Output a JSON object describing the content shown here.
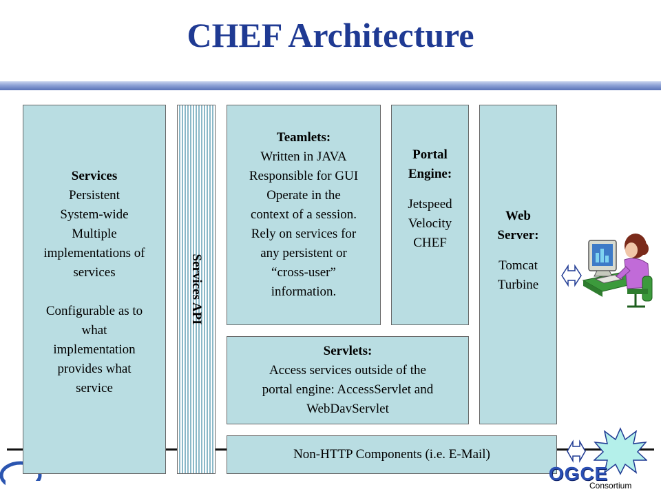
{
  "title": "CHEF Architecture",
  "services": {
    "heading": "Services",
    "lines": [
      "Persistent",
      "System-wide",
      "Multiple",
      "implementations of",
      "services"
    ],
    "lines2": [
      "Configurable as to",
      "what",
      "implementation",
      "provides what",
      "service"
    ]
  },
  "services_api": "Services API",
  "teamlets": {
    "heading": "Teamlets:",
    "lines": [
      "Written in JAVA",
      "Responsible for GUI",
      "Operate in the",
      "context of a session.",
      "Rely on services for",
      "any persistent or",
      "“cross-user”",
      "information."
    ]
  },
  "portal": {
    "heading_lines": [
      "Portal",
      "Engine:"
    ],
    "lines": [
      "Jetspeed",
      "Velocity",
      "CHEF"
    ]
  },
  "web_server": {
    "heading_lines": [
      "Web",
      "Server:"
    ],
    "lines": [
      "Tomcat",
      "Turbine"
    ]
  },
  "servlets": {
    "heading": "Servlets:",
    "lines": [
      "Access services outside of the",
      "portal engine: AccessServlet and",
      "WebDavServlet"
    ]
  },
  "non_http": "Non-HTTP Components (i.e. E-Mail)",
  "logos": {
    "ogce": "OGCE",
    "consortium": "Consortium"
  },
  "colors": {
    "title": "#1f3a93",
    "box_fill": "#b9dde2",
    "ogce": "#2b4fb3"
  },
  "icons": [
    "computer-user-icon",
    "starburst-icon",
    "double-arrow-icon",
    "nmi-logo"
  ]
}
